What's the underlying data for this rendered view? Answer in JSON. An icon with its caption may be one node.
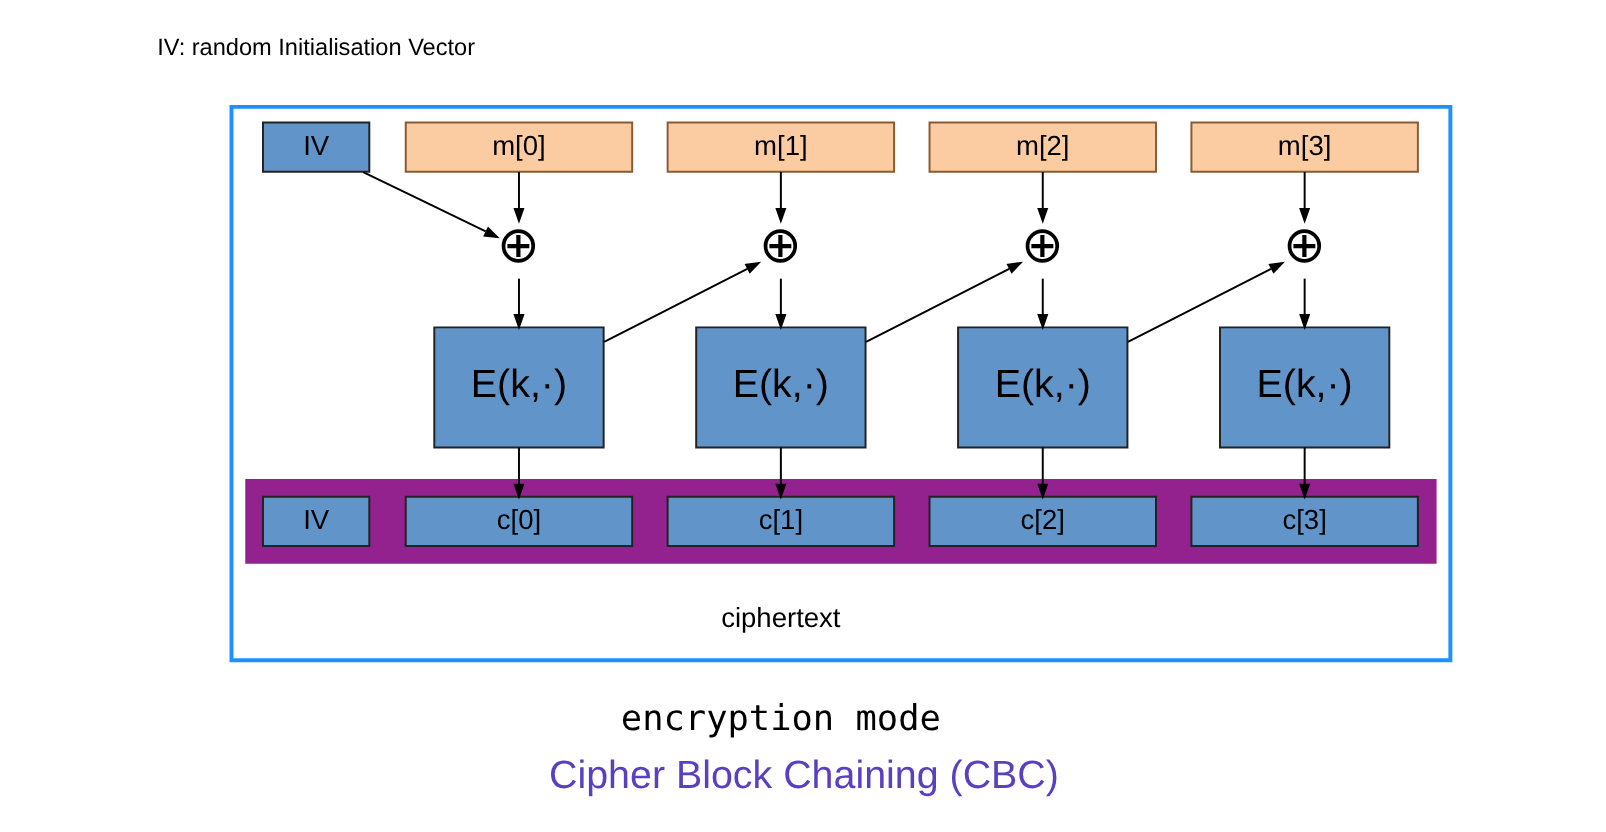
{
  "diagram": {
    "caption": "Cipher Block Chaining (CBC)",
    "nodes": [
      {
        "text": [],
        "shape": "box"
      },
      {
        "text": [
          "IV"
        ],
        "in": 0
      },
      {
        "text": [
          "m[0]"
        ],
        "in": 0
      },
      {
        "text": [
          "m[1]"
        ],
        "in": 0
      },
      {
        "text": [
          "m[2]"
        ],
        "in": 0
      },
      {
        "text": [
          "m[3]"
        ],
        "in": 0
      },
      {
        "text": [
          "⊕"
        ],
        "in": 0
      },
      {
        "text": [
          "⊕"
        ],
        "in": 0
      },
      {
        "text": [
          "⊕"
        ],
        "in": 0
      },
      {
        "text": [
          "⊕"
        ],
        "in": 0
      },
      {
        "text": [
          "E(k,·)"
        ],
        "in": 0
      },
      {
        "text": [
          "E(k,·)"
        ],
        "in": 0
      },
      {
        "text": [
          "E(k,·)"
        ],
        "in": 0
      },
      {
        "text": [
          "E(k,·)"
        ],
        "in": 0
      },
      {
        "text": [],
        "shape": "bar",
        "in": 0
      },
      {
        "text": [
          "IV"
        ],
        "in": 14
      },
      {
        "text": [
          "c[0]"
        ],
        "in": 14
      },
      {
        "text": [
          "c[1]"
        ],
        "in": 14
      },
      {
        "text": [
          "c[2]"
        ],
        "in": 14
      },
      {
        "text": [
          "c[3]"
        ],
        "in": 14
      }
    ],
    "edges": [
      {
        "from": 1,
        "to": 6,
        "arrow": "to"
      },
      {
        "from": 2,
        "to": 6,
        "arrow": "to"
      },
      {
        "from": 3,
        "to": 7,
        "arrow": "to"
      },
      {
        "from": 4,
        "to": 8,
        "arrow": "to"
      },
      {
        "from": 5,
        "to": 9,
        "arrow": "to"
      },
      {
        "from": 6,
        "to": 10,
        "arrow": "to"
      },
      {
        "from": 7,
        "to": 11,
        "arrow": "to"
      },
      {
        "from": 8,
        "to": 12,
        "arrow": "to"
      },
      {
        "from": 9,
        "to": 13,
        "arrow": "to"
      },
      {
        "from": 10,
        "to": 16,
        "arrow": "to"
      },
      {
        "from": 10,
        "to": 7,
        "arrow": "to"
      },
      {
        "from": 11,
        "to": 17,
        "arrow": "to"
      },
      {
        "from": 11,
        "to": 8,
        "arrow": "to"
      },
      {
        "from": 12,
        "to": 18,
        "arrow": "to"
      },
      {
        "from": 12,
        "to": 9,
        "arrow": "to"
      },
      {
        "from": 13,
        "to": 19,
        "arrow": "to"
      }
    ],
    "labels": [
      "IV: random Initialisation Vector",
      "ciphertext",
      "encryption mode"
    ]
  }
}
